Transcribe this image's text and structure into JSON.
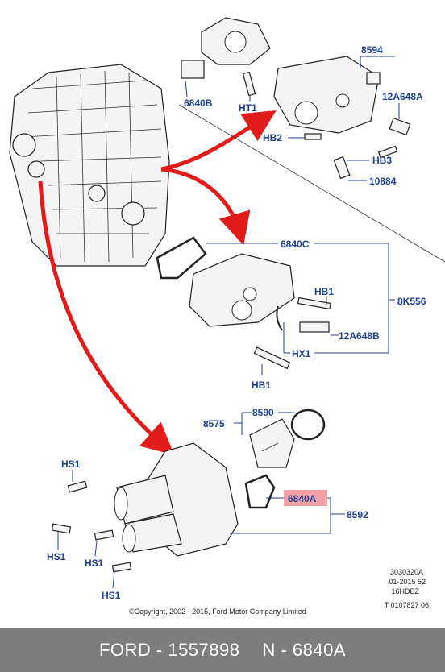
{
  "labels": {
    "l6840B": "6840B",
    "lHT1": "HT1",
    "l8594": "8594",
    "l12A648A": "12A648A",
    "lHB2": "HB2",
    "lHB3": "HB3",
    "l10884": "10884",
    "l6840C": "6840C",
    "lHB1a": "HB1",
    "l8K556": "8K556",
    "l12A648B": "12A648B",
    "lHX1": "HX1",
    "lHB1b": "HB1",
    "l8590": "8590",
    "l8575": "8575",
    "lHS1a": "HS1",
    "l6840A": "6840A",
    "l8592": "8592",
    "lHS1b": "HS1",
    "lHS1c": "HS1",
    "lHS1d": "HS1"
  },
  "meta": {
    "code1": "3030320A",
    "code2": "01-2015 52",
    "code3": "16HDEZ",
    "code4": "T 0107827 06",
    "copyright": "©Copyright, 2002 - 2015, Ford Motor Company Limited"
  },
  "footer": {
    "brand_part": "FORD - 1557898",
    "ref": "N - 6840A"
  },
  "colors": {
    "label_blue": "#1f3f8f",
    "arrow_red": "#e21b1b",
    "highlight": "#f4a0a8",
    "footer_bg": "#7d7d7d"
  }
}
